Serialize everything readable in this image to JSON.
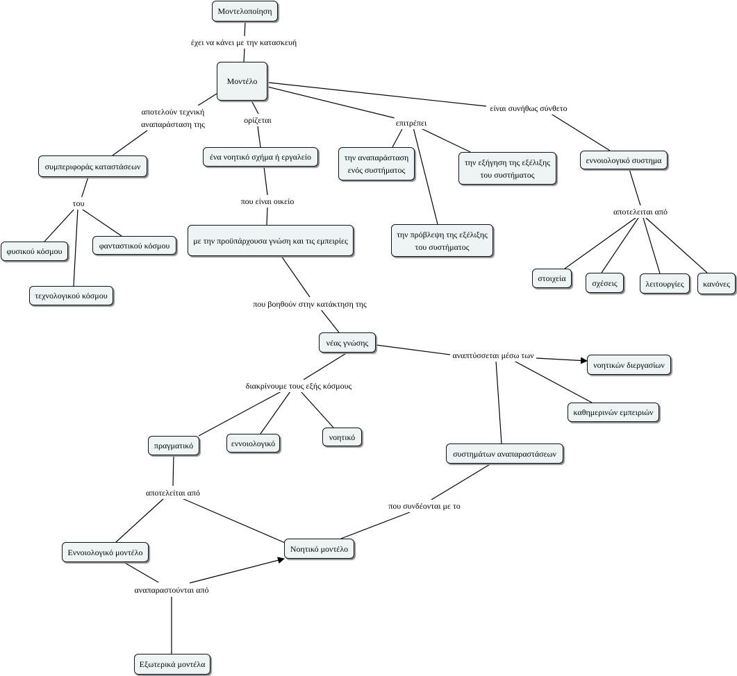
{
  "nodes": {
    "modelopoiisi": "Μοντελοποίηση",
    "montelo": "Μοντέλο",
    "symperiforas": "συμπεριφοράς καταστάσεων",
    "noitiko_sxima": "ένα νοητικό σχήμα ή εργαλείο",
    "anaparastasi_systimatos": "την αναπαράσταση\nενός συστήματος",
    "exigisi": "την εξήγηση της εξέλιξης\nτου συστήματος",
    "ennoiologiko_systima": "εννοιολογικό συστημα",
    "fysikou": "φυσικού κόσμου",
    "fantastikou": "φανταστικού κόσμου",
    "texnologikou": "τεχνολογικού κόσμου",
    "proyparxousa": "με την προϋπάρχουσα γνώση και τις εμπειρίες",
    "provlepsi": "την πρόβλεψη της εξέλιξης\nτου συστήματος",
    "stoixeia": "στοιχεία",
    "sxeseis": "σχέσεις",
    "leitourgies": "λειτουργίες",
    "kanones": "κανόνες",
    "nea_gnosi": "νέας γνώσης",
    "noitikon_diergasion": "νοητικών διεργασίων",
    "kathimerinon": "καθημερινών εμπειριών",
    "pragmatiko": "πραγματικό",
    "ennoiologiko": "εννοιολογικό",
    "noitiko": "νοητικό",
    "systimaton_anaparastaseon": "συστημάτων αναπαραστάσεων",
    "ennoiologiko_montelo": "Εννοιολογικό μοντέλο",
    "noitiko_montelo": "Νοητικό μοντέλο",
    "exoterika": "Εξωτερικά μοντέλα"
  },
  "links": {
    "exei_na_kanei": "έχει να κάνει με την κατασκευή",
    "apoteloun": "αποτελούν τεχνική\nαναπαράσταση της",
    "orizetai": "ορίζεται",
    "epitrepei": "επιτρέπει",
    "einai_synithos": "είναι συνήθως σύνθετο",
    "tou": "του",
    "pou_einai_oikeio": "που είναι οικείο",
    "apoteleitai_apo_1": "αποτελειται από",
    "pou_voithoun": "που βοηθούν στην κατάκτηση της",
    "anaptyssetai": "αναπτύσσεται μέσω των",
    "diakrinoume": "διακρίνουμε τους εξής κόσμους",
    "apoteleitai_apo_2": "αποτελείται από",
    "pou_syndeontai": "που συνδέονται με το",
    "anaparastountai": "αναπαραστούνται από"
  }
}
